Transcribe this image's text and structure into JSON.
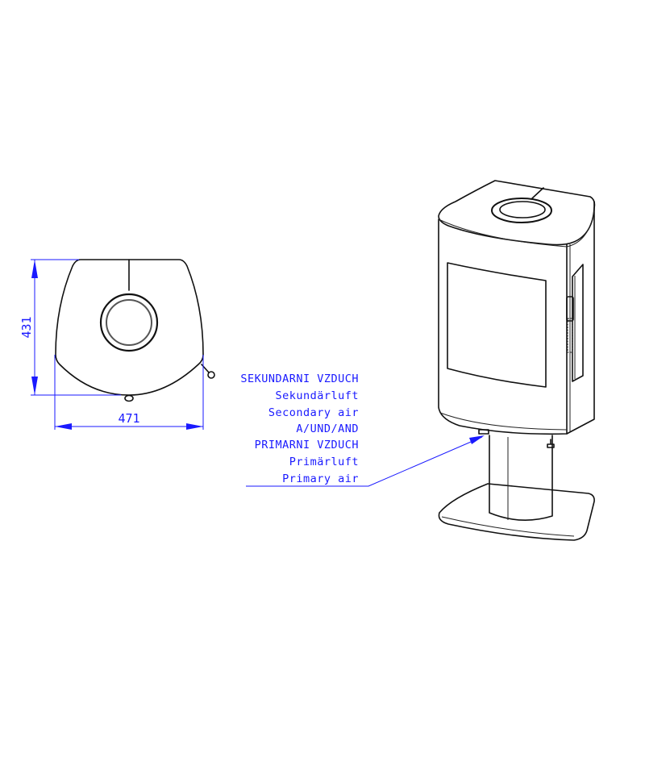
{
  "plan_view": {
    "depth_dimension": "431",
    "width_dimension": "471"
  },
  "air_labels": {
    "lines": [
      "SEKUNDARNI VZDUCH",
      "Sekundärluft",
      "Secondary air",
      "A/UND/AND",
      "PRIMARNI VZDUCH",
      "Primärluft",
      "Primary air"
    ]
  },
  "colors": {
    "dimension": "#1a1aff",
    "outline": "#111111"
  }
}
